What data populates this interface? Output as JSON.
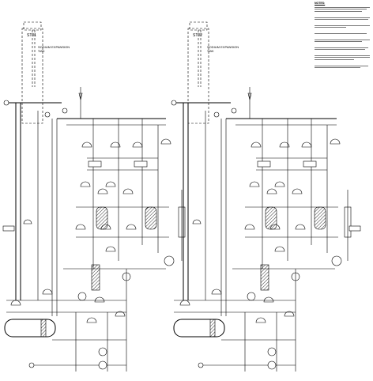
{
  "units": [
    {
      "id": "left",
      "stack_tag": "ST01",
      "tank_label_line1": "SODIUM EXPANSION",
      "tank_label_line2": "TANK"
    },
    {
      "id": "right",
      "stack_tag": "ST02",
      "tank_label_line1": "SODIUM EXPANSION",
      "tank_label_line2": "TANK"
    }
  ],
  "notes": {
    "title": "NOTES:"
  },
  "colors": {
    "line": "#000000",
    "background": "#ffffff",
    "note_text": "#777777"
  }
}
